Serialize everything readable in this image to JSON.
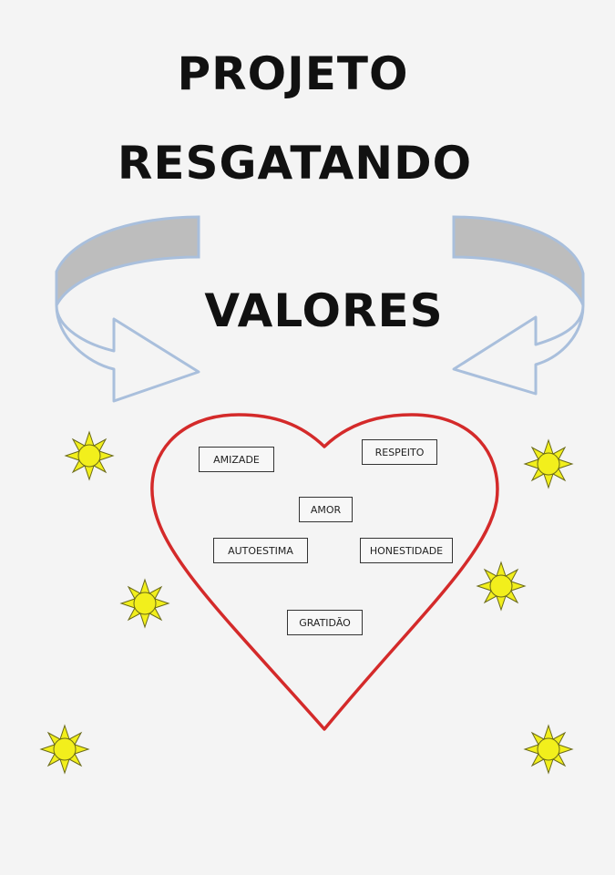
{
  "title": {
    "line1": "PROJETO",
    "line2": "RESGATANDO",
    "line3": "VALORES"
  },
  "values": [
    "AMIZADE",
    "RESPEITO",
    "AMOR",
    "AUTOESTIMA",
    "HONESTIDADE",
    "GRATIDÃO"
  ],
  "colors": {
    "heart": "#d42a2a",
    "arrow_outline": "#a9bfdc",
    "arrow_fill": "#bdbdbd",
    "sun": "#f2ef1c",
    "background": "#f4f4f4"
  },
  "icons": [
    "curved-arrow-left-icon",
    "curved-arrow-right-icon",
    "heart-icon",
    "sun-icon"
  ]
}
